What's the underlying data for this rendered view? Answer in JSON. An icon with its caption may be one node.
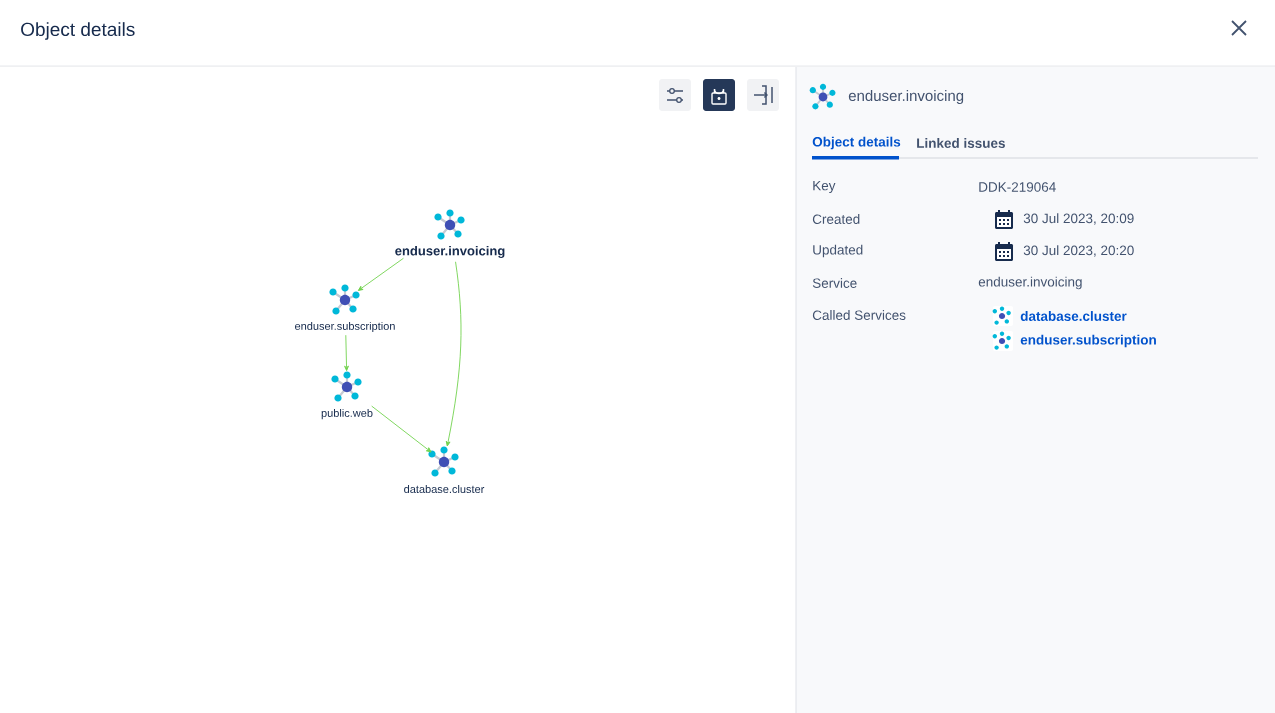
{
  "diagram": {
    "title": "Object details",
    "nodes": [
      {
        "text": [],
        "shape": "picture",
        "beside": [
          "enduser.invoicing"
        ]
      },
      {
        "text": [],
        "shape": "picture",
        "beside": [
          "enduser.subscription"
        ]
      },
      {
        "text": [],
        "shape": "picture",
        "beside": [
          "public.web"
        ]
      },
      {
        "text": [],
        "shape": "picture",
        "beside": [
          "database.cluster"
        ]
      }
    ],
    "edges": [
      {
        "from": 0,
        "to": 1,
        "arrow": "to"
      },
      {
        "from": 0,
        "to": 3,
        "arrow": "to"
      },
      {
        "from": 1,
        "to": 2,
        "arrow": "to"
      },
      {
        "from": 2,
        "to": 3,
        "arrow": "to"
      }
    ],
    "labels": [
      "enduser.invoicing",
      "Object details",
      "Linked issues",
      "Key",
      "DDK-219064",
      "Created",
      "30 Jul 2023, 20:09",
      "Updated",
      "30 Jul 2023, 20:20",
      "Service",
      "enduser.invoicing",
      "Called Services",
      "database.cluster",
      "enduser.subscription"
    ]
  }
}
